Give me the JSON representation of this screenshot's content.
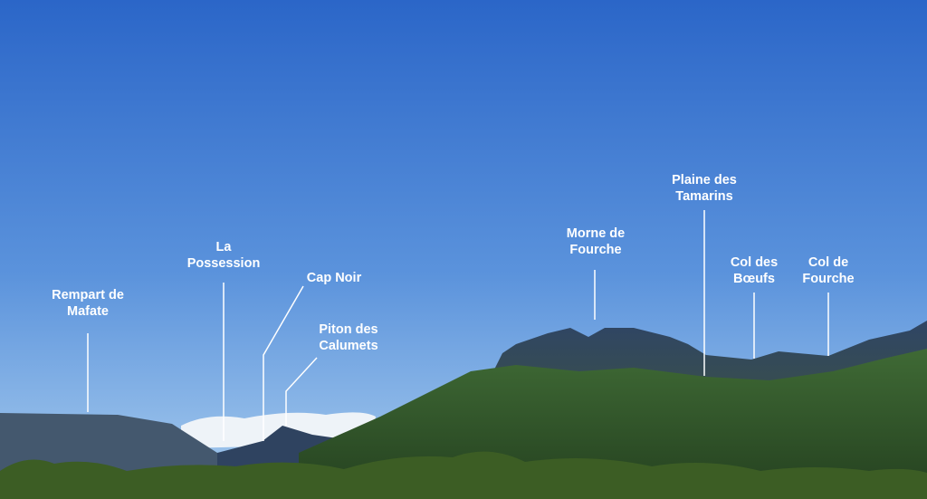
{
  "labels": {
    "rempart_de_mafate": {
      "line1": "Rempart de",
      "line2": "Mafate"
    },
    "la_possession": {
      "line1": "La",
      "line2": "Possession"
    },
    "cap_noir": {
      "line1": "Cap Noir"
    },
    "piton_des_calumets": {
      "line1": "Piton des",
      "line2": "Calumets"
    },
    "morne_de_fourche": {
      "line1": "Morne de",
      "line2": "Fourche"
    },
    "plaine_des_tamarins": {
      "line1": "Plaine des",
      "line2": "Tamarins"
    },
    "col_des_boeufs": {
      "line1": "Col des",
      "line2": "Bœufs"
    },
    "col_de_fourche": {
      "line1": "Col de",
      "line2": "Fourche"
    }
  },
  "colors": {
    "sky_top": "#2c68c9",
    "sky_bottom": "#9cc4ec",
    "forest": "#2f4b2a",
    "ridge": "#36475e"
  }
}
